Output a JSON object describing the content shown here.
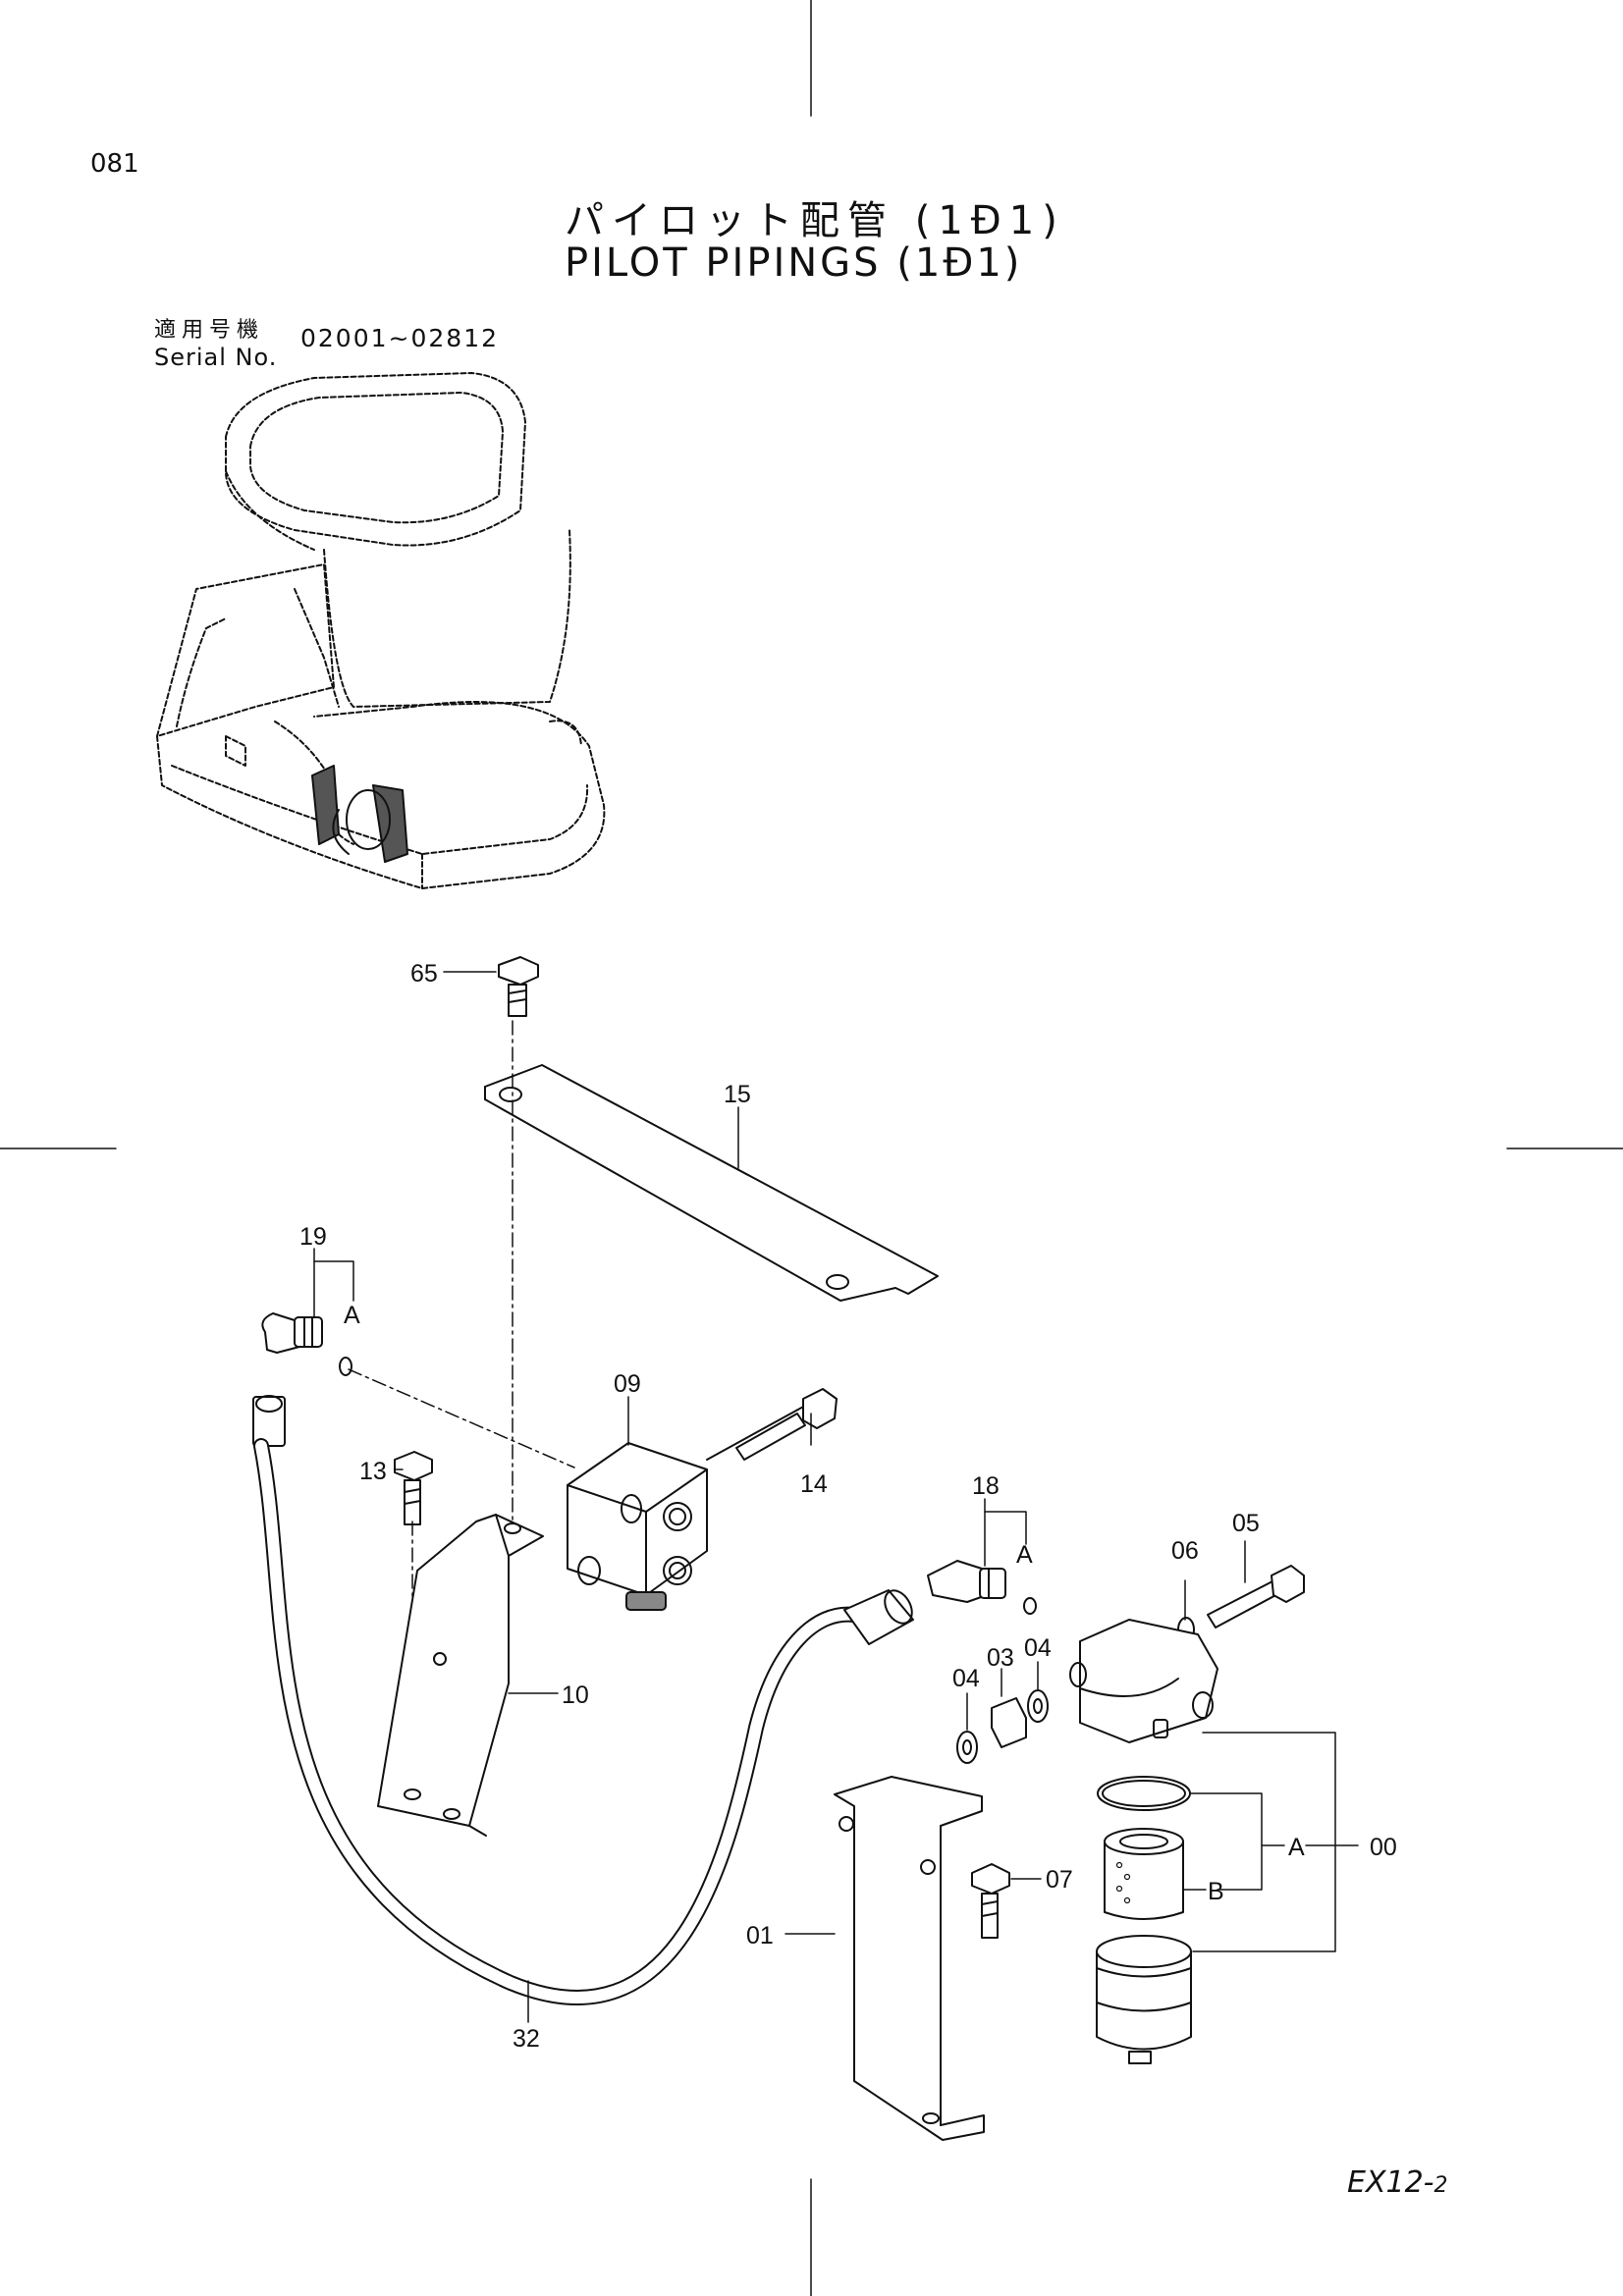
{
  "header": {
    "page_number": "081",
    "title_jp": "パイロット配管 (1Ð1)",
    "title_en": "PILOT PIPINGS (1Ð1)",
    "serial_label_jp": "適用号機",
    "serial_label_en": "Serial No.",
    "serial_range": "02001~02812"
  },
  "callouts": {
    "p65": "65",
    "p15": "15",
    "p19": "19",
    "p09": "09",
    "p14": "14",
    "p13": "13",
    "p10": "10",
    "p18": "18",
    "p05": "05",
    "p06": "06",
    "p04a": "04",
    "p04b": "04",
    "p03": "03",
    "p00": "00",
    "p07": "07",
    "p01": "01",
    "p32": "32",
    "A1": "A",
    "A2": "A",
    "A3": "A",
    "B": "B"
  },
  "footer": {
    "code_main": "EX12-",
    "code_sub": "2"
  }
}
